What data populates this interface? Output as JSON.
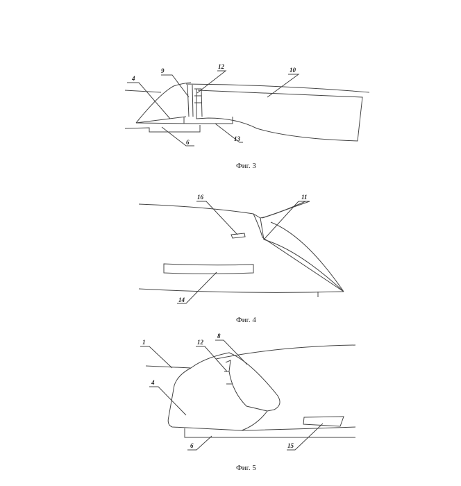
{
  "figures": [
    {
      "caption": "Фиг. 3",
      "labels": {
        "l4": "4",
        "l9": "9",
        "l12": "12",
        "l10": "10",
        "l6": "6",
        "l13": "13"
      }
    },
    {
      "caption": "Фиг. 4",
      "labels": {
        "l16": "16",
        "l11": "11",
        "l14": "14"
      }
    },
    {
      "caption": "Фиг. 5",
      "labels": {
        "l1": "1",
        "l8": "8",
        "l12": "12",
        "l4": "4",
        "l6": "6",
        "l15": "15"
      }
    }
  ]
}
